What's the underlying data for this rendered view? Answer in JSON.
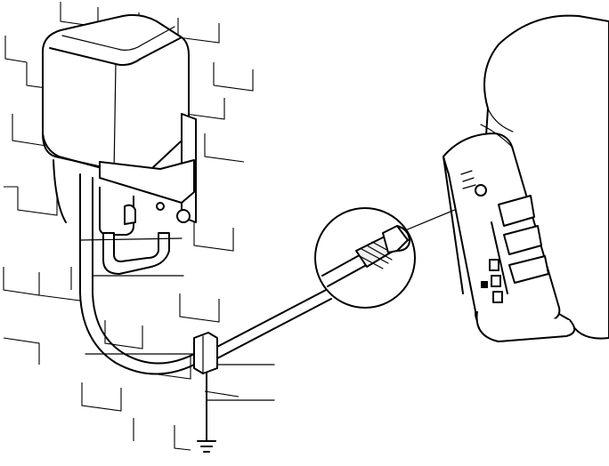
{
  "diagram": {
    "elements": [
      {
        "name": "antenna-housing"
      },
      {
        "name": "wall-bracket"
      },
      {
        "name": "brick-wall"
      },
      {
        "name": "coaxial-cable"
      },
      {
        "name": "cable-clamp"
      },
      {
        "name": "ground-connection"
      },
      {
        "name": "detail-magnifier"
      },
      {
        "name": "gate-operator-unit"
      }
    ],
    "colors": {
      "line": "#000000",
      "background": "#ffffff"
    }
  }
}
